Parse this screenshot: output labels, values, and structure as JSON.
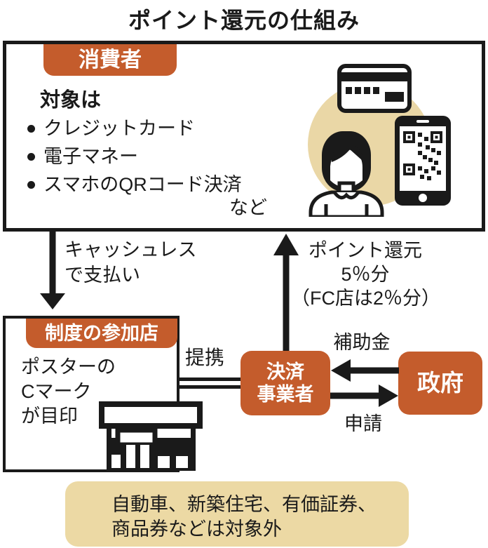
{
  "title": "ポイント還元の仕組み",
  "colors": {
    "accent_orange": "#c45c2c",
    "tan_circle": "#ead7a6",
    "exclusion_box_tan": "#ecd9a4",
    "ink_black": "#1a1a1a",
    "background": "#ffffff"
  },
  "consumer": {
    "label": "消費者",
    "heading": "対象は",
    "bullets": [
      "クレジットカード",
      "電子マネー",
      "スマホのQRコード決済"
    ],
    "etc": "など",
    "icons": [
      "credit-card-icon",
      "person-icon",
      "smartphone-qr-icon"
    ]
  },
  "flow": {
    "cashless_lines": [
      "キャッシュレス",
      "で支払い"
    ],
    "reward_lines": [
      "ポイント還元",
      "5％分",
      "（FC店は2％分）"
    ],
    "partnership": "提携",
    "subsidy": "補助金",
    "application": "申請"
  },
  "store": {
    "label": "制度の参加店",
    "note_lines": [
      "ポスターの",
      "Cマーク",
      "が目印"
    ],
    "icon": "store-icon"
  },
  "payment_provider": {
    "label_lines": [
      "決済",
      "事業者"
    ]
  },
  "government": {
    "label": "政府"
  },
  "exclusion": {
    "lines": [
      "自動車、新築住宅、有価証券、",
      "商品券などは対象外"
    ]
  }
}
